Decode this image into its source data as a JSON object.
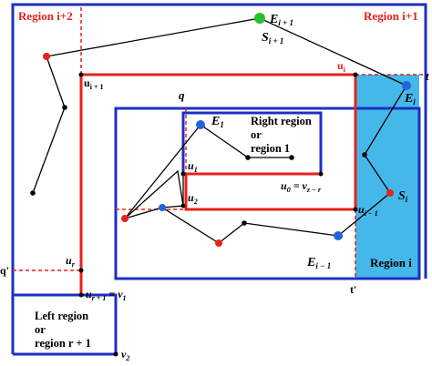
{
  "labels": {
    "region_i_plus_2": "Region i+2",
    "region_i_plus_1": "Region i+1",
    "region_i": "Region i",
    "right_region_line1": "Right region",
    "right_region_line2": "or",
    "right_region_line3": "region 1",
    "left_region_line1": "Left region",
    "left_region_line2": "or",
    "left_region_line3": "region r + 1",
    "e_top": "E",
    "e_top_sub": "i + 1",
    "s_top": "S",
    "s_top_sub": "i + 1",
    "u_i": "u",
    "u_i_sub": "i",
    "u_i_plus_1": "u",
    "u_i_plus_1_sub": "i + 1",
    "t": "t",
    "t_prime": "t'",
    "q": "q",
    "q_prime": "q'",
    "e_i": "E",
    "e_i_sub": "i",
    "s_i": "S",
    "s_i_sub": "i",
    "e_1": "E",
    "e_1_sub": "1",
    "u_1": "u",
    "u_1_sub": "1",
    "u_2": "u",
    "u_2_sub": "2",
    "u_0_eq": "u",
    "u_0_eq_sub": "0",
    "u_0_eq_rhs": " = v",
    "u_0_eq_rhs_sub": "z − r",
    "u_i_minus_1": "u",
    "u_i_minus_1_sub": "i − 1",
    "e_i_minus_1": "E",
    "e_i_minus_1_sub": "i − 1",
    "u_r": "u",
    "u_r_sub": "r",
    "u_r_plus_1_eq": "u",
    "u_r_plus_1_sub": "r + 1",
    "u_r_plus_1_rhs": " = v",
    "u_r_plus_1_rhs_sub": "1",
    "v_2": "v",
    "v_2_sub": "2"
  },
  "colors": {
    "blue": "#1d2fc6",
    "red": "#e8211c",
    "region_fill": "#45b8ea",
    "green": "#25c12d",
    "point_blue": "#2563d9",
    "black": "#000000"
  }
}
